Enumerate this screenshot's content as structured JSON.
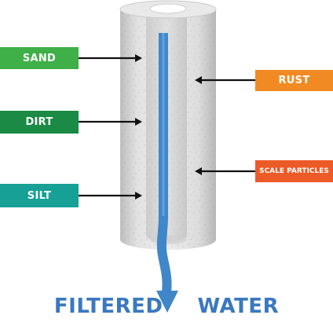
{
  "labels": {
    "sand": "SAND",
    "dirt": "DIRT",
    "silt": "SILT",
    "rust": "RUST",
    "scale_particles": "SCALE PARTICLES"
  },
  "caption": {
    "word1": "FILTERED",
    "word2": "WATER"
  },
  "colors": {
    "sand": "#3faf48",
    "dirt": "#1a8a45",
    "silt": "#17a196",
    "rust": "#f28a23",
    "scale_particles": "#ec5a27",
    "water": "#3f87c8",
    "caption": "#3a78c0",
    "arrow": "#111111",
    "filter_body": "#d9d9d9"
  },
  "icons": [
    "arrow-right-icon",
    "arrow-left-icon",
    "water-flow-arrow-icon"
  ]
}
